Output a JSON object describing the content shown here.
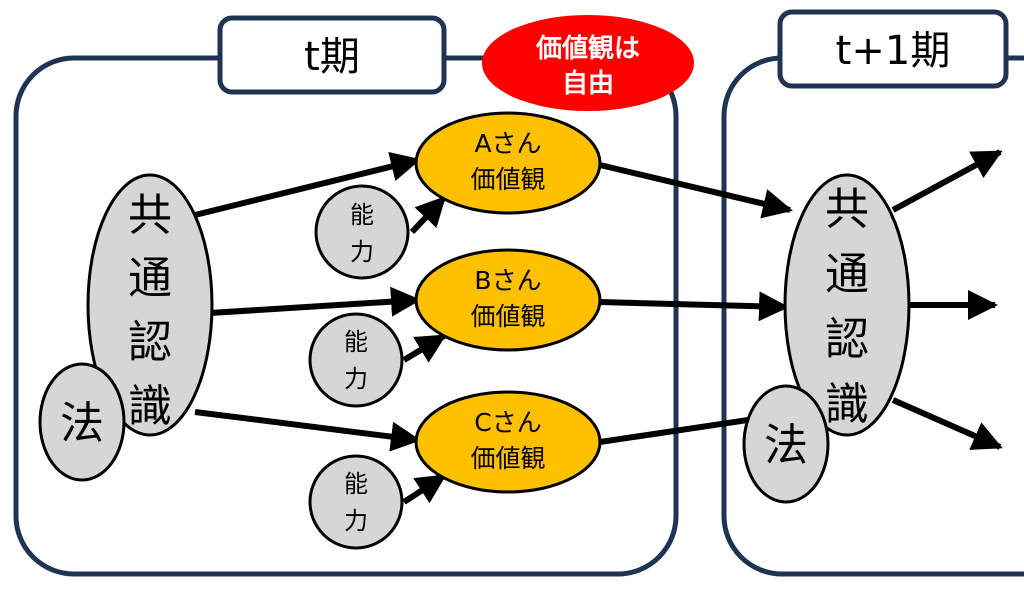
{
  "colors": {
    "frame": "#1f3352",
    "node_gray": "#d6d6d6",
    "node_orange": "#ffc000",
    "badge_red": "#ff0000",
    "badge_text": "#ffffff",
    "stroke": "#000000"
  },
  "period_t": {
    "title": "t期",
    "badge": {
      "line1": "価値観は",
      "line2": "自由"
    },
    "common": {
      "chars": [
        "共",
        "通",
        "認",
        "識"
      ]
    },
    "law": "法",
    "persons": [
      {
        "line1": "Aさん",
        "line2": "価値観",
        "ability": {
          "line1": "能",
          "line2": "力"
        }
      },
      {
        "line1": "Bさん",
        "line2": "価値観",
        "ability": {
          "line1": "能",
          "line2": "力"
        }
      },
      {
        "line1": "Cさん",
        "line2": "価値観",
        "ability": {
          "line1": "能",
          "line2": "力"
        }
      }
    ]
  },
  "period_t1": {
    "title": "t+1期",
    "common": {
      "chars": [
        "共",
        "通",
        "認",
        "識"
      ]
    },
    "law": "法"
  }
}
